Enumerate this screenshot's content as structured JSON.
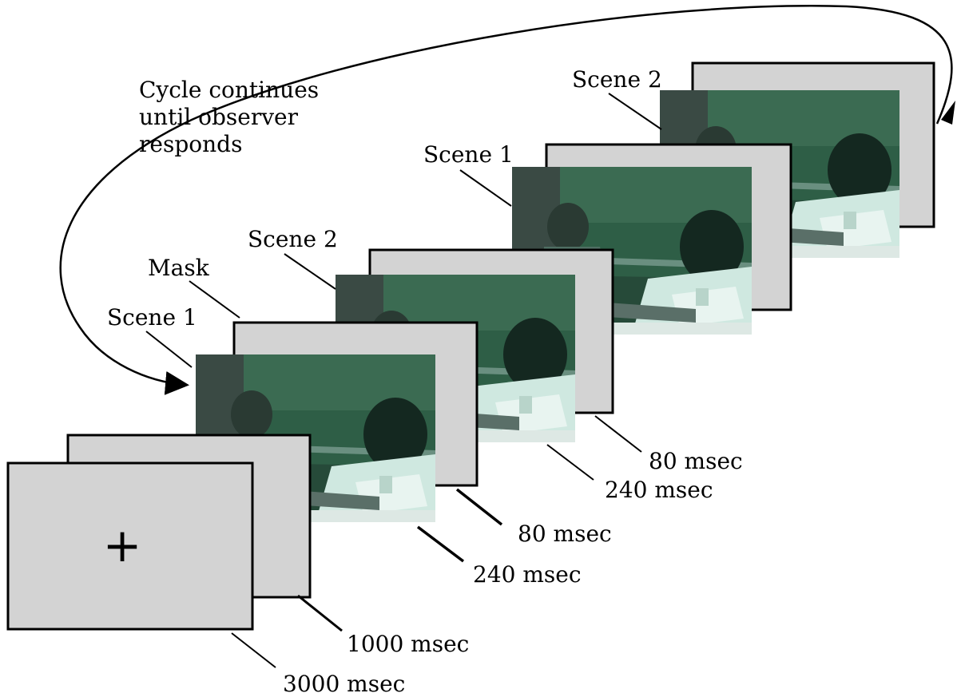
{
  "caption": {
    "line1": "Cycle continues",
    "line2": "until observer",
    "line3": "responds"
  },
  "frames": {
    "scene1_back": "Scene 1",
    "scene2_back": "Scene 2",
    "scene1_front": "Scene 1",
    "mask": "Mask",
    "scene2_front": "Scene 2"
  },
  "durations": {
    "fixation": "3000 msec",
    "blank": "1000 msec",
    "scene1_front": "240 msec",
    "mask_front": "80 msec",
    "scene2_front": "240 msec",
    "mask_back": "80 msec"
  },
  "fixation_symbol": "+",
  "colors": {
    "frame_gray": "#d3d3d3",
    "scene_green": "#2e5e46",
    "scene_dark": "#1f3d2e",
    "scene_light": "#bfe0d6",
    "stroke": "#000000"
  }
}
